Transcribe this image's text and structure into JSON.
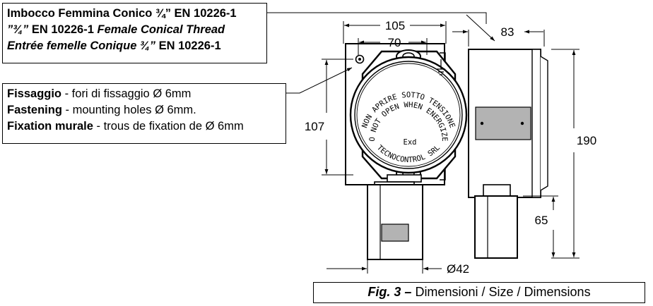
{
  "thread_callout": {
    "line1": "Imbocco Femmina Conico ¾” EN 10226-1",
    "line2_italic": "”¾”",
    "line2_bold": " EN 10226-1 ",
    "line2_tail": "Female Conical Thread",
    "line3_italic": "Entrée femelle Conique ¾”",
    "line3_bold": " EN 10226-1"
  },
  "fixing_callout": {
    "it_label": "Fissaggio",
    "it_text": " - fori di fissaggio Ø 6mm",
    "en_label": "Fastening",
    "en_text": " - mounting holes Ø 6mm.",
    "fr_label": "Fixation murale",
    "fr_text": " - trous de fixation de Ø 6mm"
  },
  "dimensions": {
    "overall_width": "105",
    "hole_spacing": "70",
    "depth": "83",
    "height_holes": "107",
    "total_height": "190",
    "sensor_height": "65",
    "sensor_diameter": "Ø42"
  },
  "cover_plate": {
    "text_it": "NON APRIRE SOTTO TENSIONE",
    "text_en": "DO NOT OPEN WHEN ENERGIZED",
    "text_brand": "TECNOCONTROL SRL",
    "text_exd": "Exd"
  },
  "caption": {
    "fig": "Fig. 3 –",
    "text_it": " Dimensioni",
    "sep1": " / ",
    "text_en": "Size",
    "sep2": " / ",
    "text_fr": "Dimensions"
  }
}
